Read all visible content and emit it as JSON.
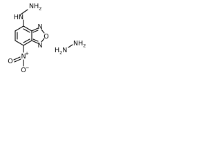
{
  "molecule": {
    "labels": {
      "hydrazinyl_group": "HN",
      "hydrazinyl_terminal": "NH",
      "hydrazinyl_subscript": "2",
      "ring_nitrogen_top": "N",
      "ring_oxygen": "O",
      "ring_nitrogen_bottom": "N",
      "nitro_nitrogen": "N",
      "nitro_charge_plus": "+",
      "nitro_oxygen_double": "O",
      "nitro_oxygen_single": "O",
      "nitro_charge_minus": "−"
    }
  },
  "hydrazine": {
    "left_group": "H",
    "left_subscript": "2",
    "left_atom": "N",
    "right_atom": "NH",
    "right_subscript": "2"
  }
}
